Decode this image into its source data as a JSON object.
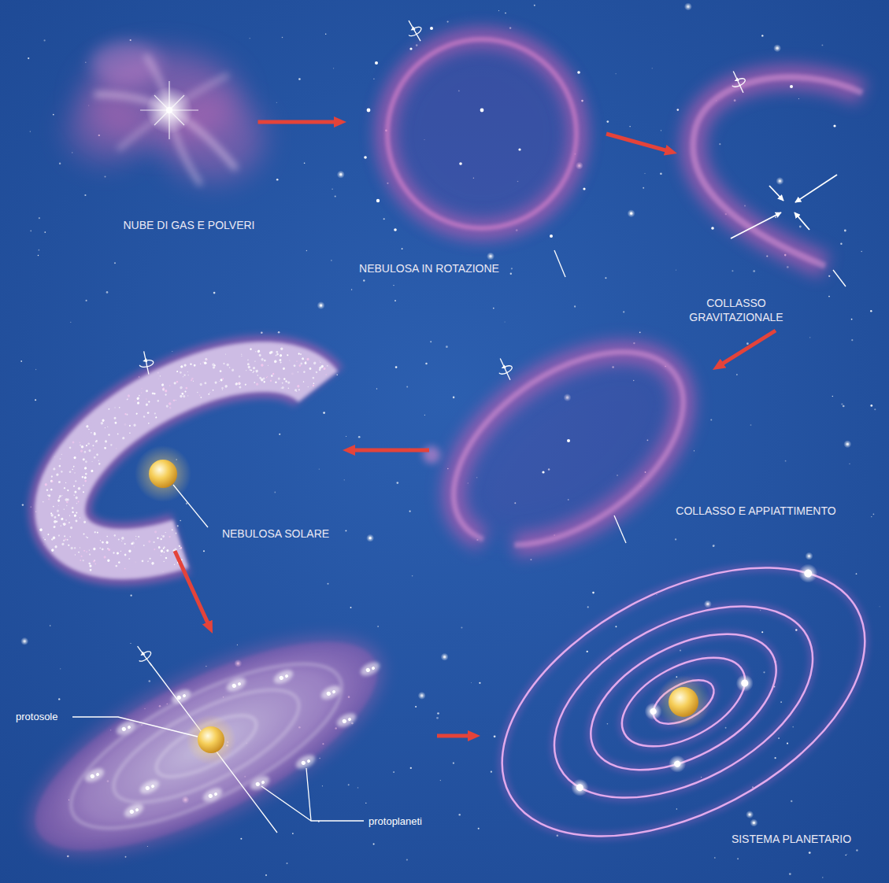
{
  "diagram": {
    "nodes": [
      {
        "text": [
          "NUBE DI GAS E POLVERI"
        ]
      },
      {
        "text": [
          "NEBULOSA IN ROTAZIONE"
        ]
      },
      {
        "text": [
          "COLLASSO GRAVITAZIONALE"
        ]
      },
      {
        "text": [
          "COLLASSO E APPIATTIMENTO"
        ]
      },
      {
        "text": [
          "NEBULOSA SOLARE"
        ]
      },
      {
        "text": [
          "protosole",
          "protoplaneti"
        ]
      },
      {
        "text": [
          "SISTEMA PLANETARIO"
        ]
      }
    ],
    "edges": [
      {
        "from": 0,
        "to": 1,
        "arrow": "to"
      },
      {
        "from": 1,
        "to": 2,
        "arrow": "to"
      },
      {
        "from": 2,
        "to": 3,
        "arrow": "to"
      },
      {
        "from": 3,
        "to": 4,
        "arrow": "to"
      },
      {
        "from": 4,
        "to": 5,
        "arrow": "to"
      },
      {
        "from": 5,
        "to": 6,
        "arrow": "to"
      }
    ]
  }
}
